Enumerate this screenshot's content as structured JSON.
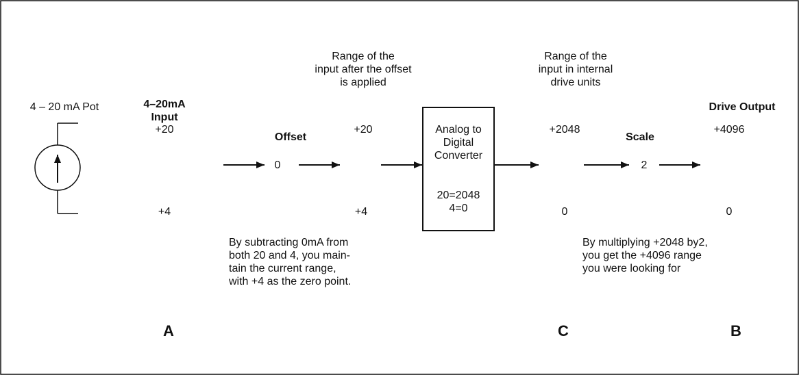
{
  "source": {
    "label": "4 – 20 mA Pot"
  },
  "input": {
    "heading": "4–20mA\nInput",
    "high": "+20",
    "low": "+4"
  },
  "offset": {
    "heading": "Offset",
    "value": "0",
    "range_note": "Range of the\ninput after the offset\nis applied",
    "high": "+20",
    "low": "+4",
    "explanation": "By subtracting 0mA from\nboth 20 and 4, you main-\ntain the current range,\nwith +4 as the zero point."
  },
  "converter": {
    "name": "Analog to\nDigital\nConverter",
    "mapping": "20=2048\n4=0"
  },
  "internal": {
    "range_note": "Range of the\ninput in internal\ndrive units",
    "high": "+2048",
    "low": "0"
  },
  "scale": {
    "heading": "Scale",
    "value": "2",
    "explanation": "By multiplying +2048 by2,\nyou get the +4096 range\nyou were looking for"
  },
  "output": {
    "heading": "Drive Output",
    "high": "+4096",
    "low": "0"
  },
  "markers": {
    "a": "A",
    "c": "C",
    "b": "B"
  }
}
